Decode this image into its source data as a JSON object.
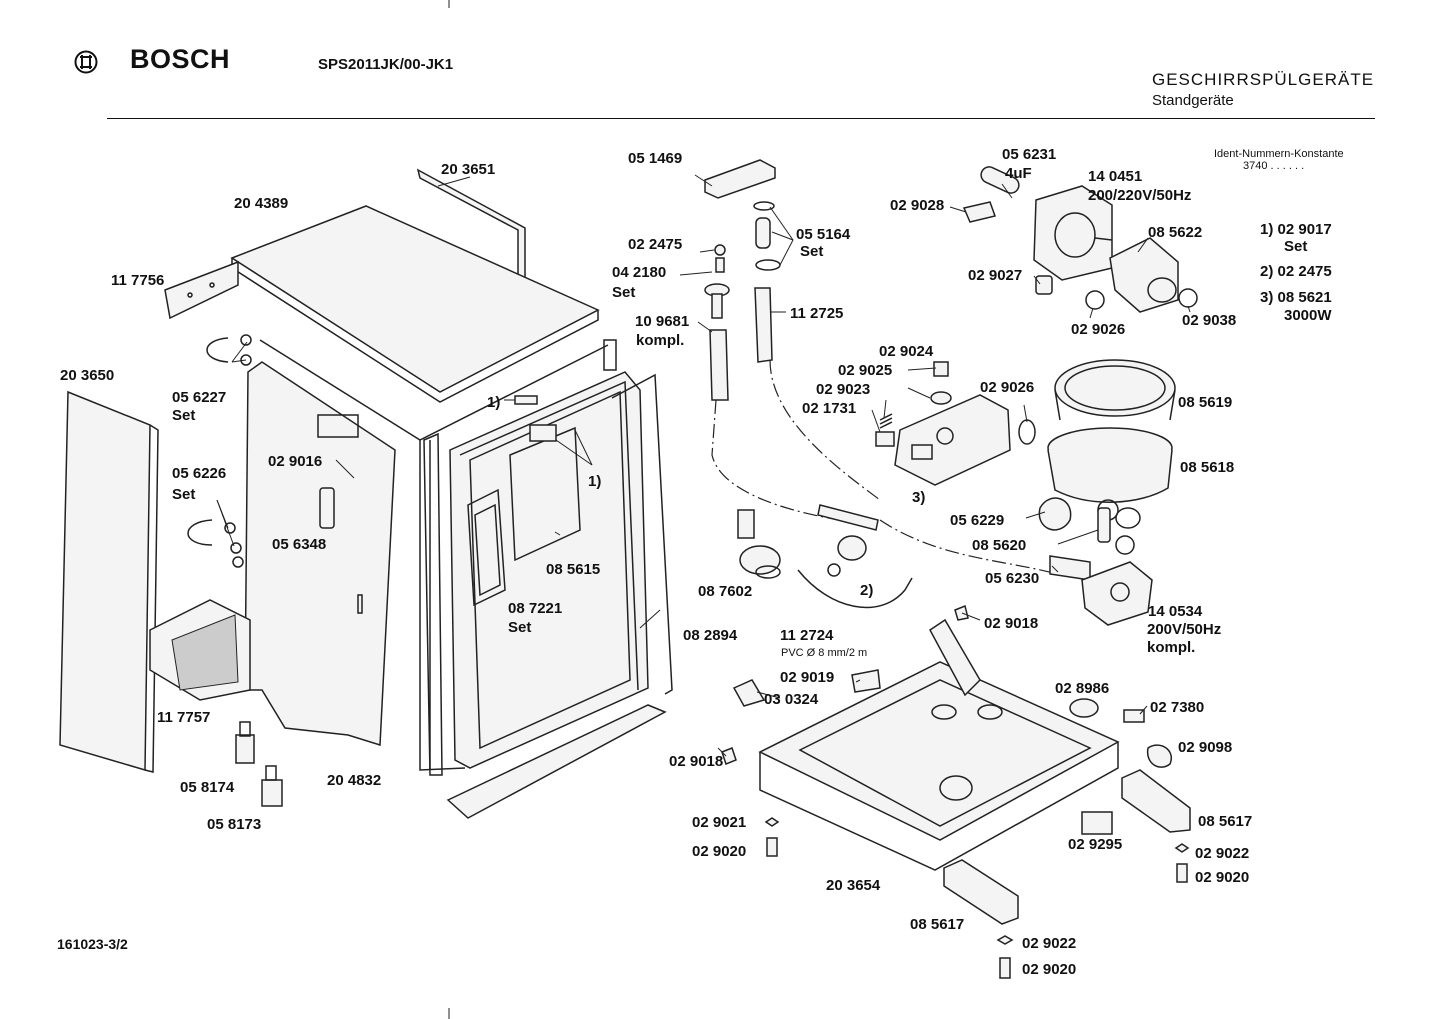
{
  "header": {
    "brand": "BOSCH",
    "model": "SPS2011JK/00-JK1",
    "category": "GESCHIRRSPÜLGERÄTE",
    "subcategory": "Standgeräte",
    "ident_title": "Ident-Nummern-Konstante",
    "ident_value": "3740  . .   . . . ."
  },
  "footer": {
    "doc_number": "161023-3/2"
  },
  "notes": {
    "n1_label": "1) 02 9017",
    "n1_sub": "Set",
    "n2_label": "2) 02 2475",
    "n3_label": "3)  08 5621",
    "n3_sub": "3000W"
  },
  "labels": {
    "p203651": "20 3651",
    "p204389": "20 4389",
    "p117756": "11 7756",
    "p203650": "20 3650",
    "p056227": "05 6227",
    "p056227s": "Set",
    "p056226": "05 6226",
    "p056226s": "Set",
    "p029016": "02 9016",
    "p056348": "05 6348",
    "p117757": "11 7757",
    "p204832": "20 4832",
    "p058174": "05 8174",
    "p058173": "05 8173",
    "p1a": "1)",
    "p1b": "1)",
    "p085615": "08 5615",
    "p087221": "08 7221",
    "p087221s": "Set",
    "p082894": "08 2894",
    "p051469": "05 1469",
    "p022475": "02 2475",
    "p042180": "04 2180",
    "p042180s": "Set",
    "p055164": "05 5164",
    "p055164s": "Set",
    "p109681": "10 9681",
    "p109681s": "kompl.",
    "p112725": "11 2725",
    "p087602": "08 7602",
    "p112724": "11 2724",
    "p112724s": "PVC  Ø 8 mm/2 m",
    "p2": "2)",
    "p056231": "05 6231",
    "p056231s": "4uF",
    "p029028": "02 9028",
    "p140451": "14 0451",
    "p140451s": "200/220V/50Hz",
    "p085622": "08 5622",
    "p029027": "02 9027",
    "p029026a": "02 9026",
    "p029038": "02 9038",
    "p029024": "02 9024",
    "p029025": "02 9025",
    "p029023": "02 9023",
    "p021731": "02 1731",
    "p029026b": "02 9026",
    "p3": "3)",
    "p085619": "08 5619",
    "p085618": "08 5618",
    "p056229": "05 6229",
    "p085620": "08 5620",
    "p056230": "05 6230",
    "p140534": "14 0534",
    "p140534a": "200V/50Hz",
    "p140534b": "kompl.",
    "p029018a": "02 9018",
    "p029019": "02 9019",
    "p030324": "03 0324",
    "p029018b": "02 9018",
    "p028986": "02 8986",
    "p027380": "02 7380",
    "p029098": "02 9098",
    "p085617a": "08 5617",
    "p029022a": "02 9022",
    "p029020a": "02 9020",
    "p029295": "02 9295",
    "p029021": "02 9021",
    "p029020b": "02 9020",
    "p203654": "20 3654",
    "p085617b": "08 5617",
    "p029022b": "02 9022",
    "p029020c": "02 9020"
  }
}
